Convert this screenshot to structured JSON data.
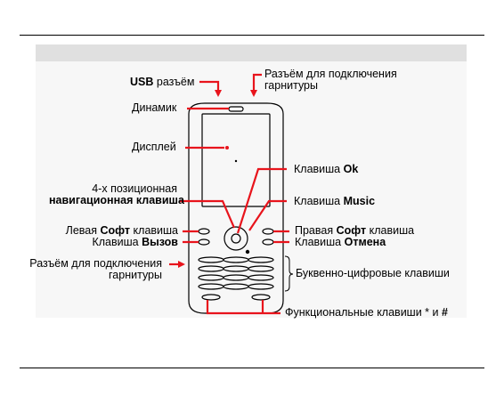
{
  "labels": {
    "usb": {
      "bold": "USB",
      "rest": " разъём"
    },
    "headset_top": {
      "line1": "Разъём для подключения",
      "line2": "гарнитуры"
    },
    "speaker": "Динамик",
    "display": "Дисплей",
    "ok_key": {
      "pre": "Клавиша ",
      "bold": "Ok"
    },
    "nav": {
      "line1": "4-х позиционная",
      "line2": "навигационная клавиша"
    },
    "music_key": {
      "pre": "Клавиша ",
      "bold": "Music"
    },
    "left_soft": {
      "pre": "Левая ",
      "bold": "Софт",
      "post": " клавиша"
    },
    "right_soft": {
      "pre": "Правая ",
      "bold": "Софт",
      "post": " клавиша"
    },
    "call_key": {
      "pre": "Клавиша ",
      "bold": "Вызов"
    },
    "cancel_key": {
      "pre": "Клавиша ",
      "bold": "Отмена"
    },
    "headset_side": {
      "line1": "Разъём для подключения",
      "line2": "гарнитуры"
    },
    "alnum": "Буквенно-цифровые клавиши",
    "func": {
      "pre": "Функциональные клавиши * и ",
      "bold": "#"
    }
  },
  "colors": {
    "leader": "#e8141c",
    "outline": "#000000",
    "band": "#e0e0e0",
    "panel": "#f7f7f7"
  }
}
